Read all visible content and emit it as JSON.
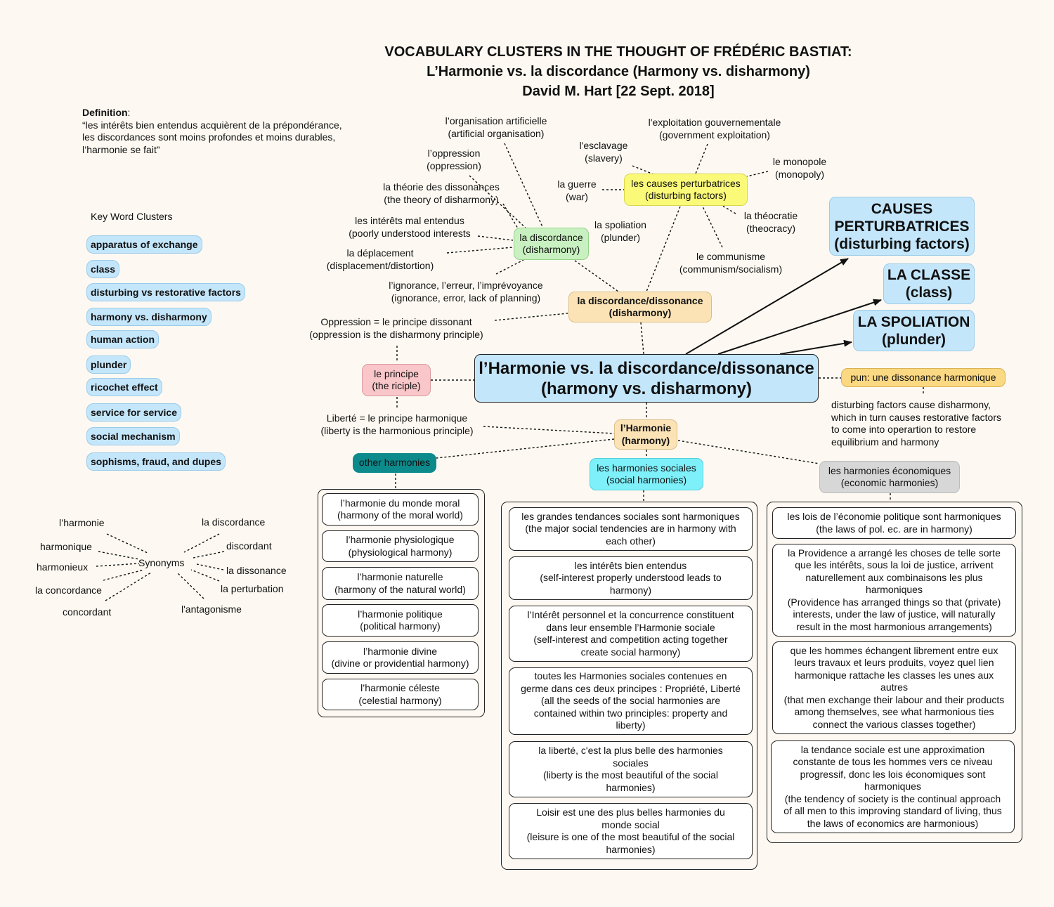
{
  "title": {
    "line1": "VOCABULARY CLUSTERS IN THE THOUGHT OF FRÉDÉRIC BASTIAT:",
    "line2": "L’Harmonie vs. la discordance (Harmony vs. disharmony)",
    "line3": "David M. Hart [22 Sept. 2018]"
  },
  "definition": {
    "label": "Definition",
    "text": "“les intérêts bien entendus acquièrent de la prépondérance,\nles discordances sont moins profondes et moins durables,\nl’harmonie se fait”"
  },
  "key_word_clusters": {
    "heading": "Key Word Clusters",
    "items": [
      "apparatus of exchange",
      "class",
      "disturbing vs restorative factors",
      "harmony vs. disharmony",
      "human action",
      "plunder",
      "ricochet effect",
      "service for service",
      "social mechanism",
      "sophisms, fraud, and dupes"
    ]
  },
  "synonyms": {
    "center": "Synonyms",
    "left": [
      "l’harmonie",
      "harmonique",
      "harmonieux",
      "la concordance",
      "concordant"
    ],
    "right": [
      "la discordance",
      "discordant",
      "la dissonance",
      "la perturbation",
      "l'antagonisme"
    ]
  },
  "central": "l’Harmonie vs. la discordance/dissonance\n(harmony vs. disharmony)",
  "discordance_dissonance": "la discordance/dissonance\n(disharmony)",
  "discordance": "la discordance\n(disharmony)",
  "discordance_terms": {
    "organisation": "l’organisation artificielle\n(artificial organisation)",
    "oppression": "l’oppression\n(oppression)",
    "theorie": "la théorie des dissonances\n(the theory of disharmony)",
    "interets": "les intérêts mal entendus\n(poorly understood interests",
    "deplacement": "la déplacement\n(displacement/distortion)",
    "ignorance": "l’ignorance, l’erreur, l’imprévoyance\n(ignorance, error, lack of planning)"
  },
  "causes_perturbatrices": "les causes perturbatrices\n(disturbing factors)",
  "causes_terms": {
    "exploitation": "l'exploitation gouvernementale\n(government exploitation)",
    "esclavage": "l'esclavage\n(slavery)",
    "monopole": "le monopole\n(monopoly)",
    "guerre": "la guerre\n(war)",
    "theocratie": "la théocratie\n(theocracy)",
    "spoliation": "la spoliation\n(plunder)",
    "communisme": "le communisme\n(communism/socialism)"
  },
  "big_links": {
    "causes": "CAUSES\nPERTURBATRICES\n(disturbing factors)",
    "classe": "LA CLASSE\n(class)",
    "spoliation": "LA SPOLIATION\n(plunder)"
  },
  "pun": "pun: une dissonance harmonique",
  "pun_note": "disturbing factors cause disharmony,\nwhich in turn causes restorative factors\nto come into operartion to restore\nequilibrium and harmony",
  "principe": "le principe\n(the riciple)",
  "oppression_principle": "Oppression = le principe dissonant\n(oppression is the disharmony principle)",
  "liberte_principle": "Liberté =  le principe harmonique\n(liberty is the harmonious principle)",
  "harmonie": "l’Harmonie\n(harmony)",
  "other_harmonies": {
    "label": "other harmonies",
    "items": [
      "l’harmonie du monde moral\n(harmony of the moral world)",
      "l’harmonie physiologique\n(physiological harmony)",
      "l’harmonie naturelle\n(harmony of the natural world)",
      "l’harmonie politique\n(political harmony)",
      "l’harmonie divine\n(divine or providential harmony)",
      "l’harmonie céleste\n(celestial harmony)"
    ]
  },
  "social_harmonies": {
    "label": "les harmonies sociales\n(social harmonies)",
    "items": [
      "les grandes tendances sociales sont harmoniques\n(the major social tendencies are in harmony with\neach other)",
      "les intérêts bien entendus\n(self-interest properly understood leads to\nharmony)",
      "l’Intérêt personnel et la concurrence constituent\ndans leur ensemble l’Harmonie sociale\n(self-interest and competition acting together\ncreate social harmony)",
      "toutes les Harmonies sociales contenues en\ngerme dans ces deux principes : Propriété, Liberté\n(all the seeds of the social harmonies are\ncontained within two principles: property and\nliberty)",
      "la liberté, c'est la plus belle des harmonies\nsociales\n(liberty is the most beautiful of the social\nharmonies)",
      "Loisir est une des plus belles harmonies du\nmonde social\n(leisure is one of the most beautiful of the social\nharmonies)"
    ]
  },
  "economic_harmonies": {
    "label": "les harmonies économiques\n(economic harmonies)",
    "items": [
      "les lois de l’économie politique sont harmoniques\n(the laws of pol. ec. are in harmony)",
      "la Providence a arrangé les choses de telle sorte\nque les intérêts, sous la loi de justice, arrivent\nnaturellement aux combinaisons les plus\nharmoniques\n(Providence has arranged things so that (private)\ninterests, under the law of justice, will naturally\nresult in the most harmonious arrangements)",
      "que les hommes échangent librement entre eux\nleurs travaux et leurs produits, voyez quel lien\nharmonique rattache les classes les unes aux\nautres\n(that men exchange their labour and their products\namong themselves, see what harmonious ties\nconnect the various classes together)",
      "la tendance sociale est une approximation\nconstante de tous les hommes vers ce niveau\nprogressif, donc les lois économiques sont\nharmoniques\n(the tendency of society is the continual approach\nof all men to this improving standard of living, thus\nthe laws of economics are harmonious)"
    ]
  },
  "colors": {
    "background": "#fdf9f2",
    "light_blue": "#c4e6fa",
    "green": "#c8f0c0",
    "yellow": "#fbfa78",
    "beige": "#fbe3b6",
    "pink": "#f9c6c9",
    "teal": "#0c8a8c",
    "cyan": "#7ef0fa",
    "grey": "#d7d7d7",
    "orange": "#fbd882"
  }
}
